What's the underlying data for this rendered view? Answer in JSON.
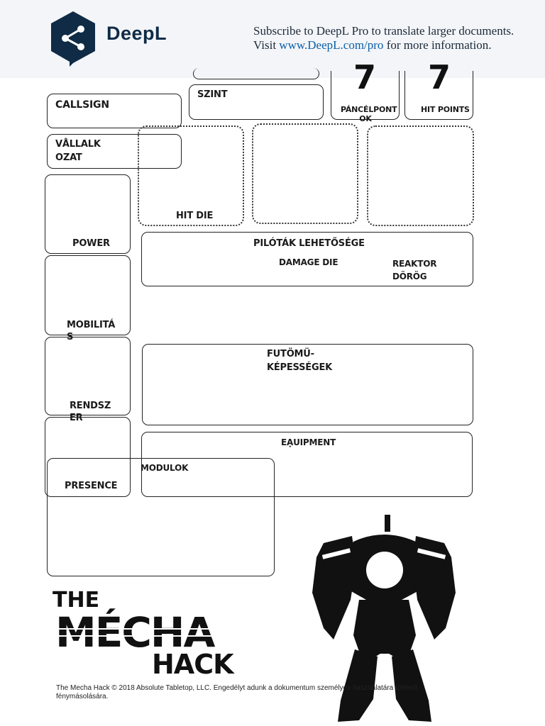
{
  "banner": {
    "brand": "DeepL",
    "line1": "Subscribe to DeepL Pro to translate larger documents.",
    "line2_prefix": "Visit ",
    "line2_link": "www.DeepL.com/pro",
    "line2_suffix": " for more information."
  },
  "sheet": {
    "szint": "SZINT",
    "callsign": "CALLSIGN",
    "vallalkozat_1": "VÅLLALK",
    "vallalkozat_2": "OZAT",
    "armor_value": "7",
    "hp_value": "7",
    "armor_label_1": "PÁNCÉLPONT",
    "armor_label_2": "OK",
    "hp_label": "HIT POINTS",
    "hit_die": "HIT DIE",
    "power": "POWER",
    "pilot_options": "PILÓTÁK LEHETŐSÉGE",
    "damage_die": "DAMAGE DIE",
    "reactor_1": "REAKTOR",
    "reactor_2": "DÖRÖG",
    "mobility_1": "MOBILITÁ",
    "mobility_2": "S",
    "frame_abilities_1": "FUTÖMÜ-",
    "frame_abilities_2": "KÉPESSÉGEK",
    "system_1": "RENDSZ",
    "system_2": "ER",
    "equipment": "EẠUIPMENT",
    "modules": "MODULOK",
    "presence": "PRESENCE"
  },
  "logo": {
    "the": "THE",
    "mecha": "MÉCHA",
    "hack": "HACK"
  },
  "footer": {
    "text_line1": "The Mecha Hack © 2018 Absolute Tabletop, LLC. Engedélyt adunk a dokumentum személyes használatára történő",
    "text_line2": "fénymásolására."
  },
  "colors": {
    "brand_dark": "#0f2b46",
    "link": "#0b5fa8",
    "banner_bg": "#f3f5f8"
  }
}
